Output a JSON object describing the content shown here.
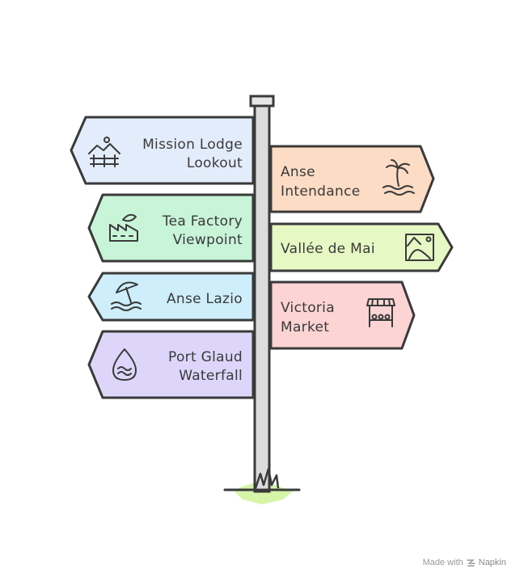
{
  "signs": [
    {
      "id": "mission-lodge",
      "lines": [
        "Mission Lodge",
        "Lookout"
      ],
      "side": "left",
      "fill": "#e3ecfb",
      "icon": "mountain-fence-icon"
    },
    {
      "id": "anse-intendance",
      "lines": [
        "Anse",
        "Intendance"
      ],
      "side": "right",
      "fill": "#fcdcc4",
      "icon": "palm-beach-icon"
    },
    {
      "id": "tea-factory",
      "lines": [
        "Tea Factory",
        "Viewpoint"
      ],
      "side": "left",
      "fill": "#c8f4d8",
      "icon": "factory-leaf-icon"
    },
    {
      "id": "vallee-de-mai",
      "lines": [
        "Vallée de Mai"
      ],
      "side": "right",
      "fill": "#e6f8c4",
      "icon": "landscape-icon"
    },
    {
      "id": "anse-lazio",
      "lines": [
        "Anse Lazio"
      ],
      "side": "left",
      "fill": "#cdeefa",
      "icon": "beach-umbrella-icon"
    },
    {
      "id": "victoria-market",
      "lines": [
        "Victoria",
        "Market"
      ],
      "side": "right",
      "fill": "#fcd4d4",
      "icon": "market-stall-icon"
    },
    {
      "id": "port-glaud",
      "lines": [
        "Port Glaud",
        "Waterfall"
      ],
      "side": "left",
      "fill": "#ddd6fa",
      "icon": "water-drop-icon"
    }
  ],
  "watermark": {
    "prefix": "Made with",
    "brand": "Napkin",
    "icon": "napkin-logo-icon"
  },
  "colors": {
    "outline": "#3a3a3a",
    "pole": "#dcdcdc",
    "grass": "#d6f5a8"
  }
}
